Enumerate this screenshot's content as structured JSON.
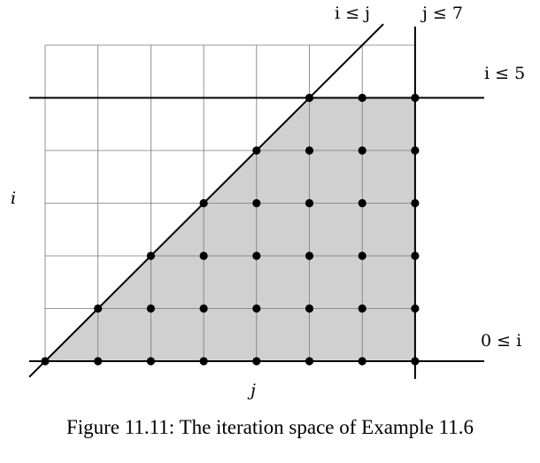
{
  "figure": {
    "caption": "Figure 11.11: The iteration space of Example 11.6",
    "axis_labels": {
      "vertical": "i",
      "horizontal": "j"
    },
    "constraints": [
      {
        "id": "i-le-j",
        "label": "i ≤ j"
      },
      {
        "id": "j-le-7",
        "label": "j ≤ 7"
      },
      {
        "id": "i-le-5",
        "label": "i ≤ 5"
      },
      {
        "id": "zero-le-i",
        "label": "0 ≤ i"
      }
    ],
    "region": {
      "description_constraints": [
        "0 ≤ i",
        "i ≤ 5",
        "i ≤ j",
        "j ≤ 7"
      ]
    },
    "grid": {
      "i_range": [
        0,
        5
      ],
      "j_range": [
        0,
        7
      ]
    },
    "points": [
      [
        0,
        0
      ],
      [
        0,
        1
      ],
      [
        0,
        2
      ],
      [
        0,
        3
      ],
      [
        0,
        4
      ],
      [
        0,
        5
      ],
      [
        0,
        6
      ],
      [
        0,
        7
      ],
      [
        1,
        1
      ],
      [
        1,
        2
      ],
      [
        1,
        3
      ],
      [
        1,
        4
      ],
      [
        1,
        5
      ],
      [
        1,
        6
      ],
      [
        1,
        7
      ],
      [
        2,
        2
      ],
      [
        2,
        3
      ],
      [
        2,
        4
      ],
      [
        2,
        5
      ],
      [
        2,
        6
      ],
      [
        2,
        7
      ],
      [
        3,
        3
      ],
      [
        3,
        4
      ],
      [
        3,
        5
      ],
      [
        3,
        6
      ],
      [
        3,
        7
      ],
      [
        4,
        4
      ],
      [
        4,
        5
      ],
      [
        4,
        6
      ],
      [
        4,
        7
      ],
      [
        5,
        5
      ],
      [
        5,
        6
      ],
      [
        5,
        7
      ]
    ]
  }
}
